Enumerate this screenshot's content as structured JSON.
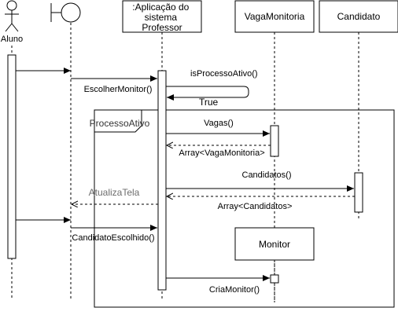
{
  "participants": {
    "actor": "Aluno",
    "system": ":Aplicação do sistema Professor",
    "system_lines": [
      ":Aplicação do",
      "sistema",
      "Professor"
    ],
    "vaga": "VagaMonitoria",
    "candidato": "Candidato",
    "monitor": "Monitor"
  },
  "frame": {
    "label": "ProcessoAtivo"
  },
  "messages": {
    "escolher_monitor": "EscolherMonitor()",
    "is_processo_ativo": "isProcessoAtivo()",
    "true_reply": "True",
    "vagas": "Vagas()",
    "array_vaga": "Array<VagaMonitoria>",
    "candidatos": "Candidatos()",
    "array_candidatos": "Array<Candidatos>",
    "atualiza_tela": "AtualizaTela",
    "candidato_escolhido": "CandidatoEscolhido()",
    "cria_monitor": "CriaMonitor()"
  }
}
